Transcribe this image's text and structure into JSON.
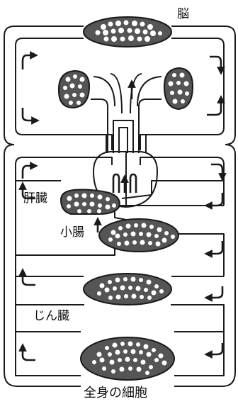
{
  "labels": {
    "brain": "脳",
    "liver": "肝臓",
    "small_intestine": "小腸",
    "kidney": "じん臓",
    "body_cells": "全身の細胞"
  },
  "colors": {
    "ink": "#1a1a1a",
    "cell_fill": "#555555",
    "cell_wall": "#ffffff",
    "background": "#ffffff"
  }
}
